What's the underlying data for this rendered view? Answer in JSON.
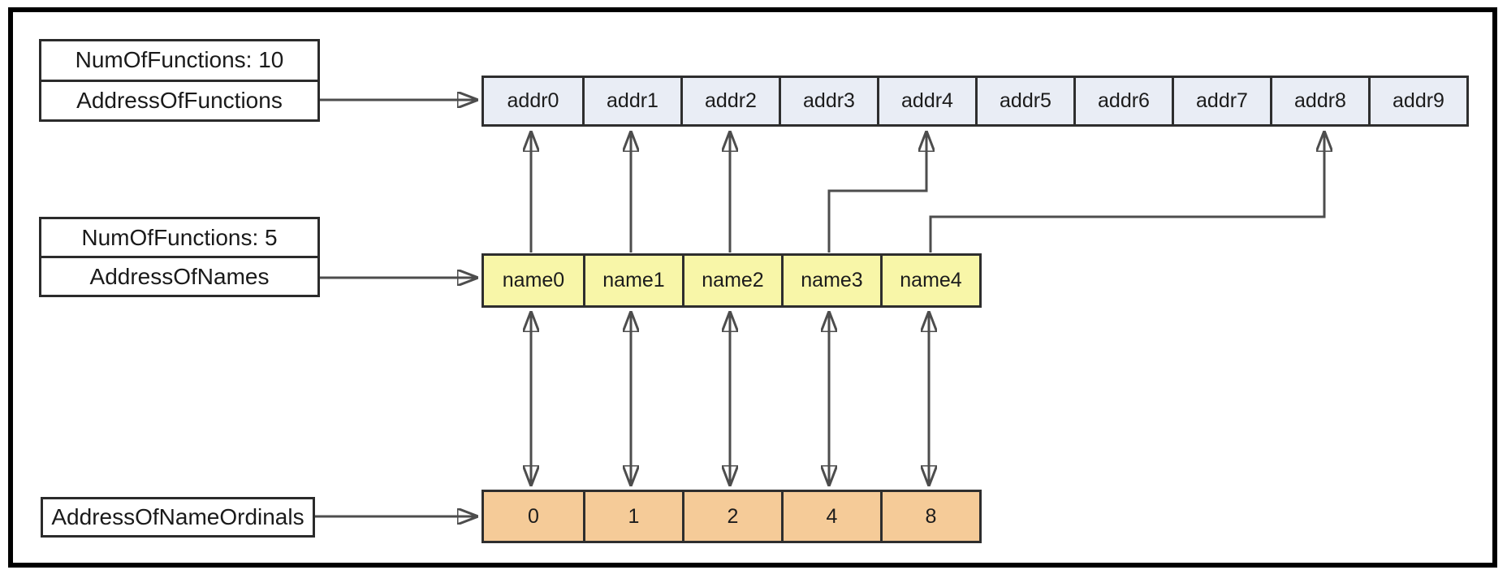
{
  "boxes": {
    "functions": {
      "row1": "NumOfFunctions:  10",
      "row2": "AddressOfFunctions"
    },
    "names": {
      "row1": "NumOfFunctions:  5",
      "row2": "AddressOfNames"
    },
    "ordinals": {
      "label": "AddressOfNameOrdinals"
    }
  },
  "arrays": {
    "functions": {
      "name": "AddressOfFunctions array",
      "cells": [
        "addr0",
        "addr1",
        "addr2",
        "addr3",
        "addr4",
        "addr5",
        "addr6",
        "addr7",
        "addr8",
        "addr9"
      ]
    },
    "names": {
      "name": "AddressOfNames array",
      "cells": [
        "name0",
        "name1",
        "name2",
        "name3",
        "name4"
      ]
    },
    "ordinals": {
      "name": "AddressOfNameOrdinals array",
      "cells": [
        "0",
        "1",
        "2",
        "4",
        "8"
      ]
    }
  },
  "connections": {
    "box_to_array": [
      {
        "from": "AddressOfFunctions",
        "to": "addr0",
        "style": "single-arrow-right"
      },
      {
        "from": "AddressOfNames",
        "to": "name0",
        "style": "single-arrow-right"
      },
      {
        "from": "AddressOfNameOrdinals",
        "to": "0",
        "style": "single-arrow-right"
      }
    ],
    "name_to_addr": [
      {
        "from": "name0",
        "to": "addr0",
        "style": "single-arrow-up"
      },
      {
        "from": "name1",
        "to": "addr1",
        "style": "single-arrow-up"
      },
      {
        "from": "name2",
        "to": "addr2",
        "style": "single-arrow-up"
      },
      {
        "from": "name3",
        "to": "addr4",
        "style": "single-arrow-up-bent"
      },
      {
        "from": "name4",
        "to": "addr8",
        "style": "single-arrow-up-bent"
      }
    ],
    "name_to_ordinal": [
      {
        "from": "name0",
        "to": "0",
        "style": "double-arrow"
      },
      {
        "from": "name1",
        "to": "1",
        "style": "double-arrow"
      },
      {
        "from": "name2",
        "to": "2",
        "style": "double-arrow"
      },
      {
        "from": "name3",
        "to": "4",
        "style": "double-arrow"
      },
      {
        "from": "name4",
        "to": "8",
        "style": "double-arrow"
      }
    ]
  },
  "colors": {
    "frame_border": "#000000",
    "box_border": "#2b2b2b",
    "cell_border": "#2e2e2e",
    "addr_fill": "#E9EDF5",
    "name_fill": "#F8F6A8",
    "ordinal_fill": "#F5CB98",
    "line_color": "#4d4d4d",
    "arrowhead_color": "#111111"
  }
}
